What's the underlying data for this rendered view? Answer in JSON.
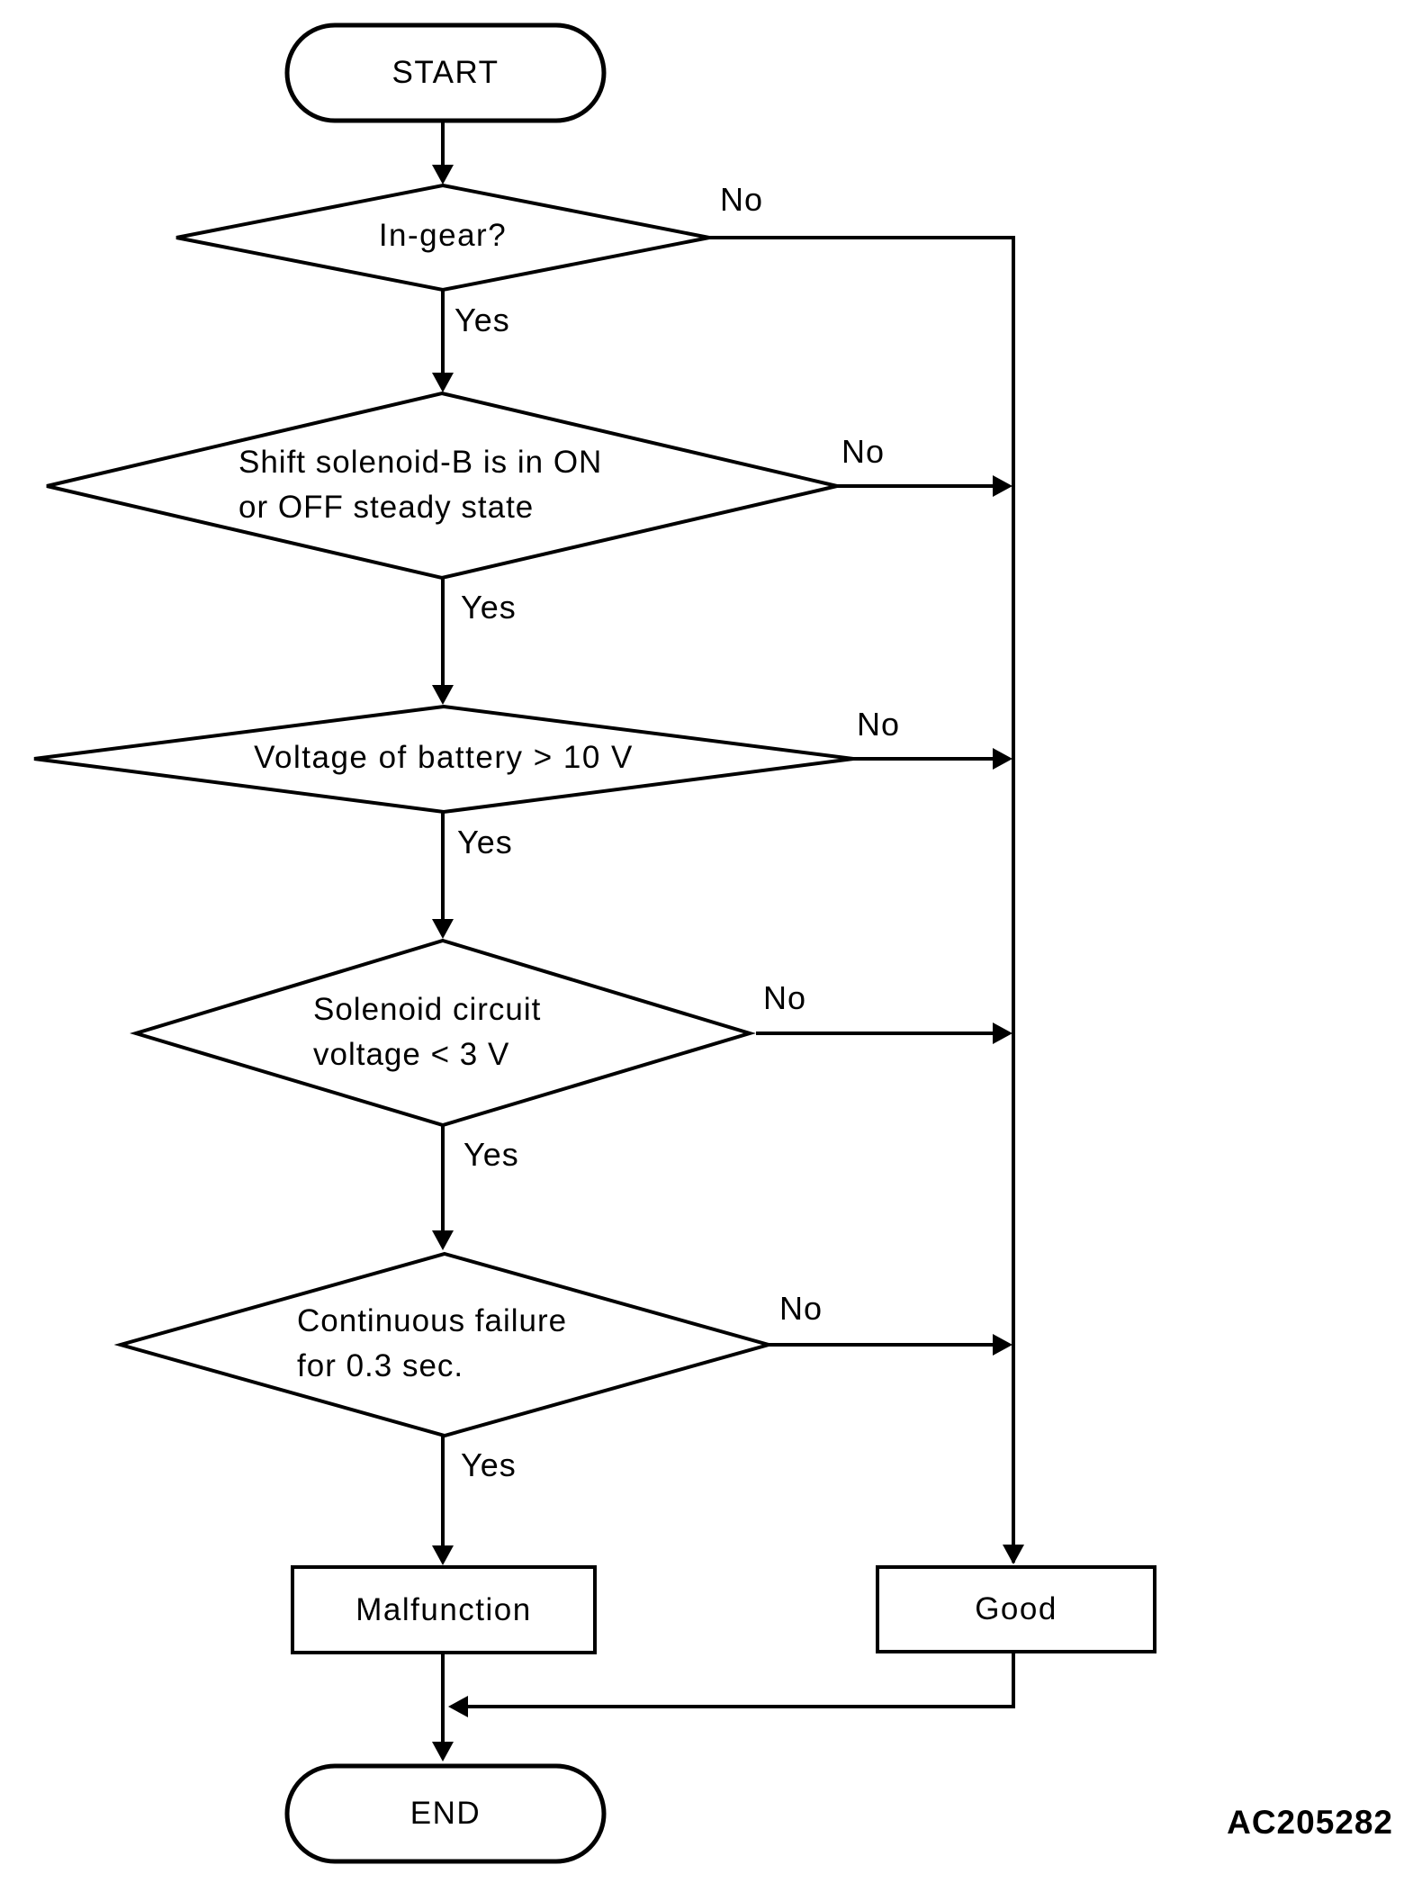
{
  "diagram": {
    "type": "flowchart",
    "background_color": "#ffffff",
    "line_color": "#000000",
    "figure_code": "AC205282",
    "nodes": [
      {
        "id": "start",
        "type": "terminator",
        "label": "START"
      },
      {
        "id": "in-gear",
        "type": "decision",
        "label": "In-gear?"
      },
      {
        "id": "shift-solenoid",
        "type": "decision",
        "label": "Shift solenoid-B is in ON\nor OFF steady state"
      },
      {
        "id": "battery-voltage",
        "type": "decision",
        "label": "Voltage of battery > 10 V"
      },
      {
        "id": "solenoid-circuit",
        "type": "decision",
        "label": "Solenoid circuit\nvoltage < 3 V"
      },
      {
        "id": "continuous-failure",
        "type": "decision",
        "label": "Continuous failure\nfor 0.3 sec."
      },
      {
        "id": "malfunction",
        "type": "process",
        "label": "Malfunction"
      },
      {
        "id": "good",
        "type": "process",
        "label": "Good"
      },
      {
        "id": "end",
        "type": "terminator",
        "label": "END"
      }
    ],
    "edges": [
      {
        "from": "start",
        "to": "in-gear",
        "label": ""
      },
      {
        "from": "in-gear",
        "to": "shift-solenoid",
        "label": "Yes"
      },
      {
        "from": "in-gear",
        "to": "good",
        "label": "No"
      },
      {
        "from": "shift-solenoid",
        "to": "battery-voltage",
        "label": "Yes"
      },
      {
        "from": "shift-solenoid",
        "to": "good",
        "label": "No"
      },
      {
        "from": "battery-voltage",
        "to": "solenoid-circuit",
        "label": "Yes"
      },
      {
        "from": "battery-voltage",
        "to": "good",
        "label": "No"
      },
      {
        "from": "solenoid-circuit",
        "to": "continuous-failure",
        "label": "Yes"
      },
      {
        "from": "solenoid-circuit",
        "to": "good",
        "label": "No"
      },
      {
        "from": "continuous-failure",
        "to": "malfunction",
        "label": "Yes"
      },
      {
        "from": "continuous-failure",
        "to": "good",
        "label": "No"
      },
      {
        "from": "malfunction",
        "to": "end",
        "label": ""
      },
      {
        "from": "good",
        "to": "end",
        "label": ""
      }
    ]
  }
}
